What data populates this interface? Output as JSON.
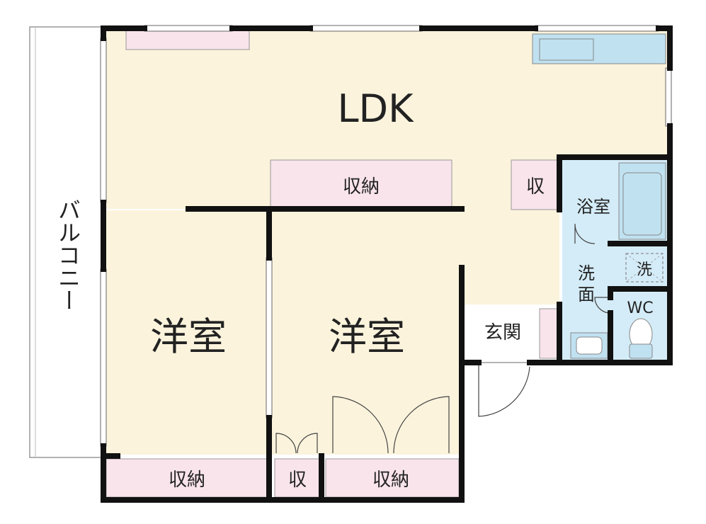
{
  "rooms": {
    "ldk": "LDK",
    "western_room_left": "洋室",
    "western_room_right": "洋室",
    "bathroom": "浴室",
    "washroom_line1": "洗",
    "washroom_line2": "面",
    "washer": "洗",
    "toilet": "WC",
    "entrance": "玄関",
    "balcony": "バルコニー"
  },
  "storage": {
    "ldk_closet": "収納",
    "ldk_small": "収",
    "bottom_left": "収納",
    "bottom_middle": "収",
    "bottom_right": "収納"
  },
  "colors": {
    "wall": "#111111",
    "room_floor": "#fbf3dc",
    "storage": "#f9e4ec",
    "wet_area": "#d4ecf7",
    "fixture": "#bfe1f0",
    "outline": "#aaaaaa"
  },
  "icons": [
    "bathtub-icon",
    "kitchen-sink-icon",
    "toilet-icon",
    "washbasin-icon",
    "washer-space-icon",
    "door-swing-icon"
  ]
}
